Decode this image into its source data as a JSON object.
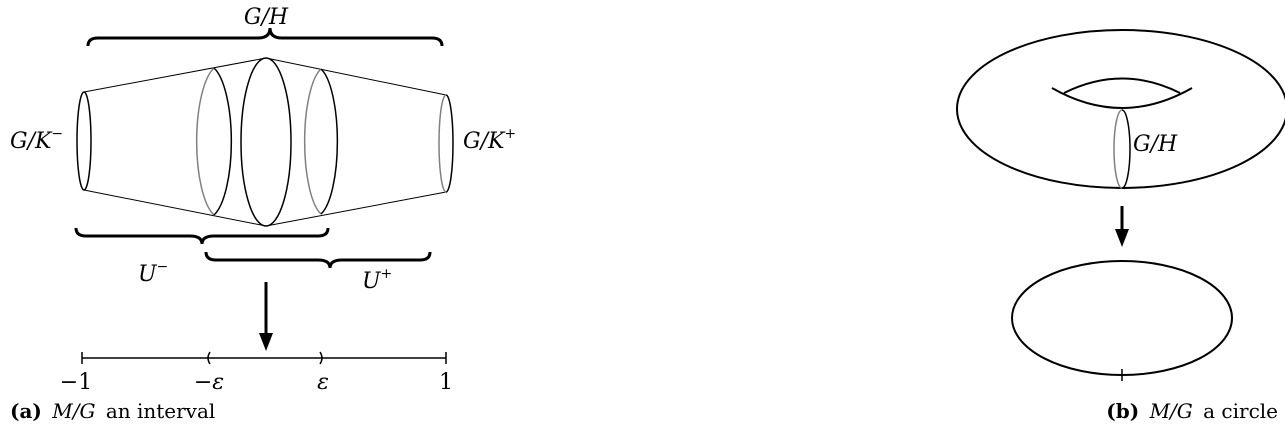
{
  "figure_a": {
    "top_label": "G/H",
    "left_end_label": "G/K",
    "left_end_sup": "−",
    "right_end_label": "G/K",
    "right_end_sup": "+",
    "u_minus_label": "U",
    "u_minus_sup": "−",
    "u_plus_label": "U",
    "u_plus_sup": "+",
    "tick_labels": [
      "−1",
      "−ε",
      "ε",
      "1"
    ],
    "caption_tag": "(a)",
    "caption_math": "M/G",
    "caption_text": "an interval"
  },
  "figure_b": {
    "fiber_label": "G/H",
    "caption_tag": "(b)",
    "caption_math": "M/G",
    "caption_text": "a circle"
  },
  "colors": {
    "ink": "#000000",
    "gray": "#808080"
  }
}
